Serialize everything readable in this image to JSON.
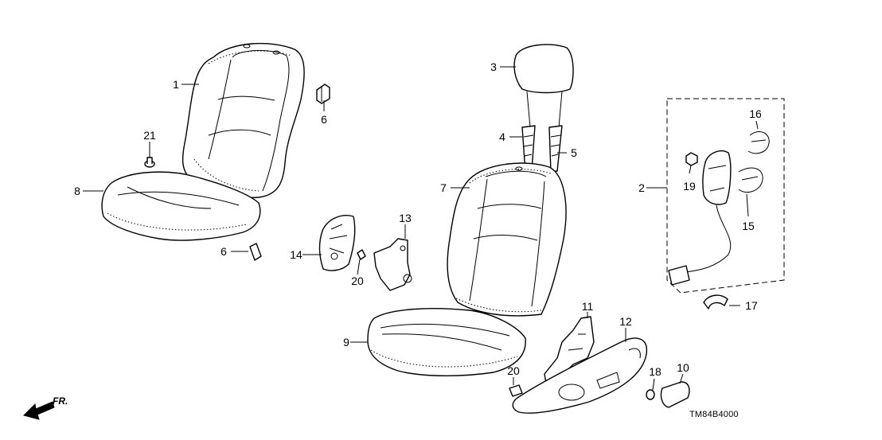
{
  "diagram_code": "TM84B4000",
  "front_indicator": "FR.",
  "callouts": [
    {
      "id": "1",
      "label": "1"
    },
    {
      "id": "2",
      "label": "2"
    },
    {
      "id": "3",
      "label": "3"
    },
    {
      "id": "4",
      "label": "4"
    },
    {
      "id": "5",
      "label": "5"
    },
    {
      "id": "6a",
      "label": "6"
    },
    {
      "id": "6b",
      "label": "6"
    },
    {
      "id": "7",
      "label": "7"
    },
    {
      "id": "8",
      "label": "8"
    },
    {
      "id": "9",
      "label": "9"
    },
    {
      "id": "10",
      "label": "10"
    },
    {
      "id": "11",
      "label": "11"
    },
    {
      "id": "12",
      "label": "12"
    },
    {
      "id": "13",
      "label": "13"
    },
    {
      "id": "14",
      "label": "14"
    },
    {
      "id": "15",
      "label": "15"
    },
    {
      "id": "16",
      "label": "16"
    },
    {
      "id": "17",
      "label": "17"
    },
    {
      "id": "18",
      "label": "18"
    },
    {
      "id": "19",
      "label": "19"
    },
    {
      "id": "20a",
      "label": "20"
    },
    {
      "id": "20b",
      "label": "20"
    },
    {
      "id": "21",
      "label": "21"
    }
  ]
}
